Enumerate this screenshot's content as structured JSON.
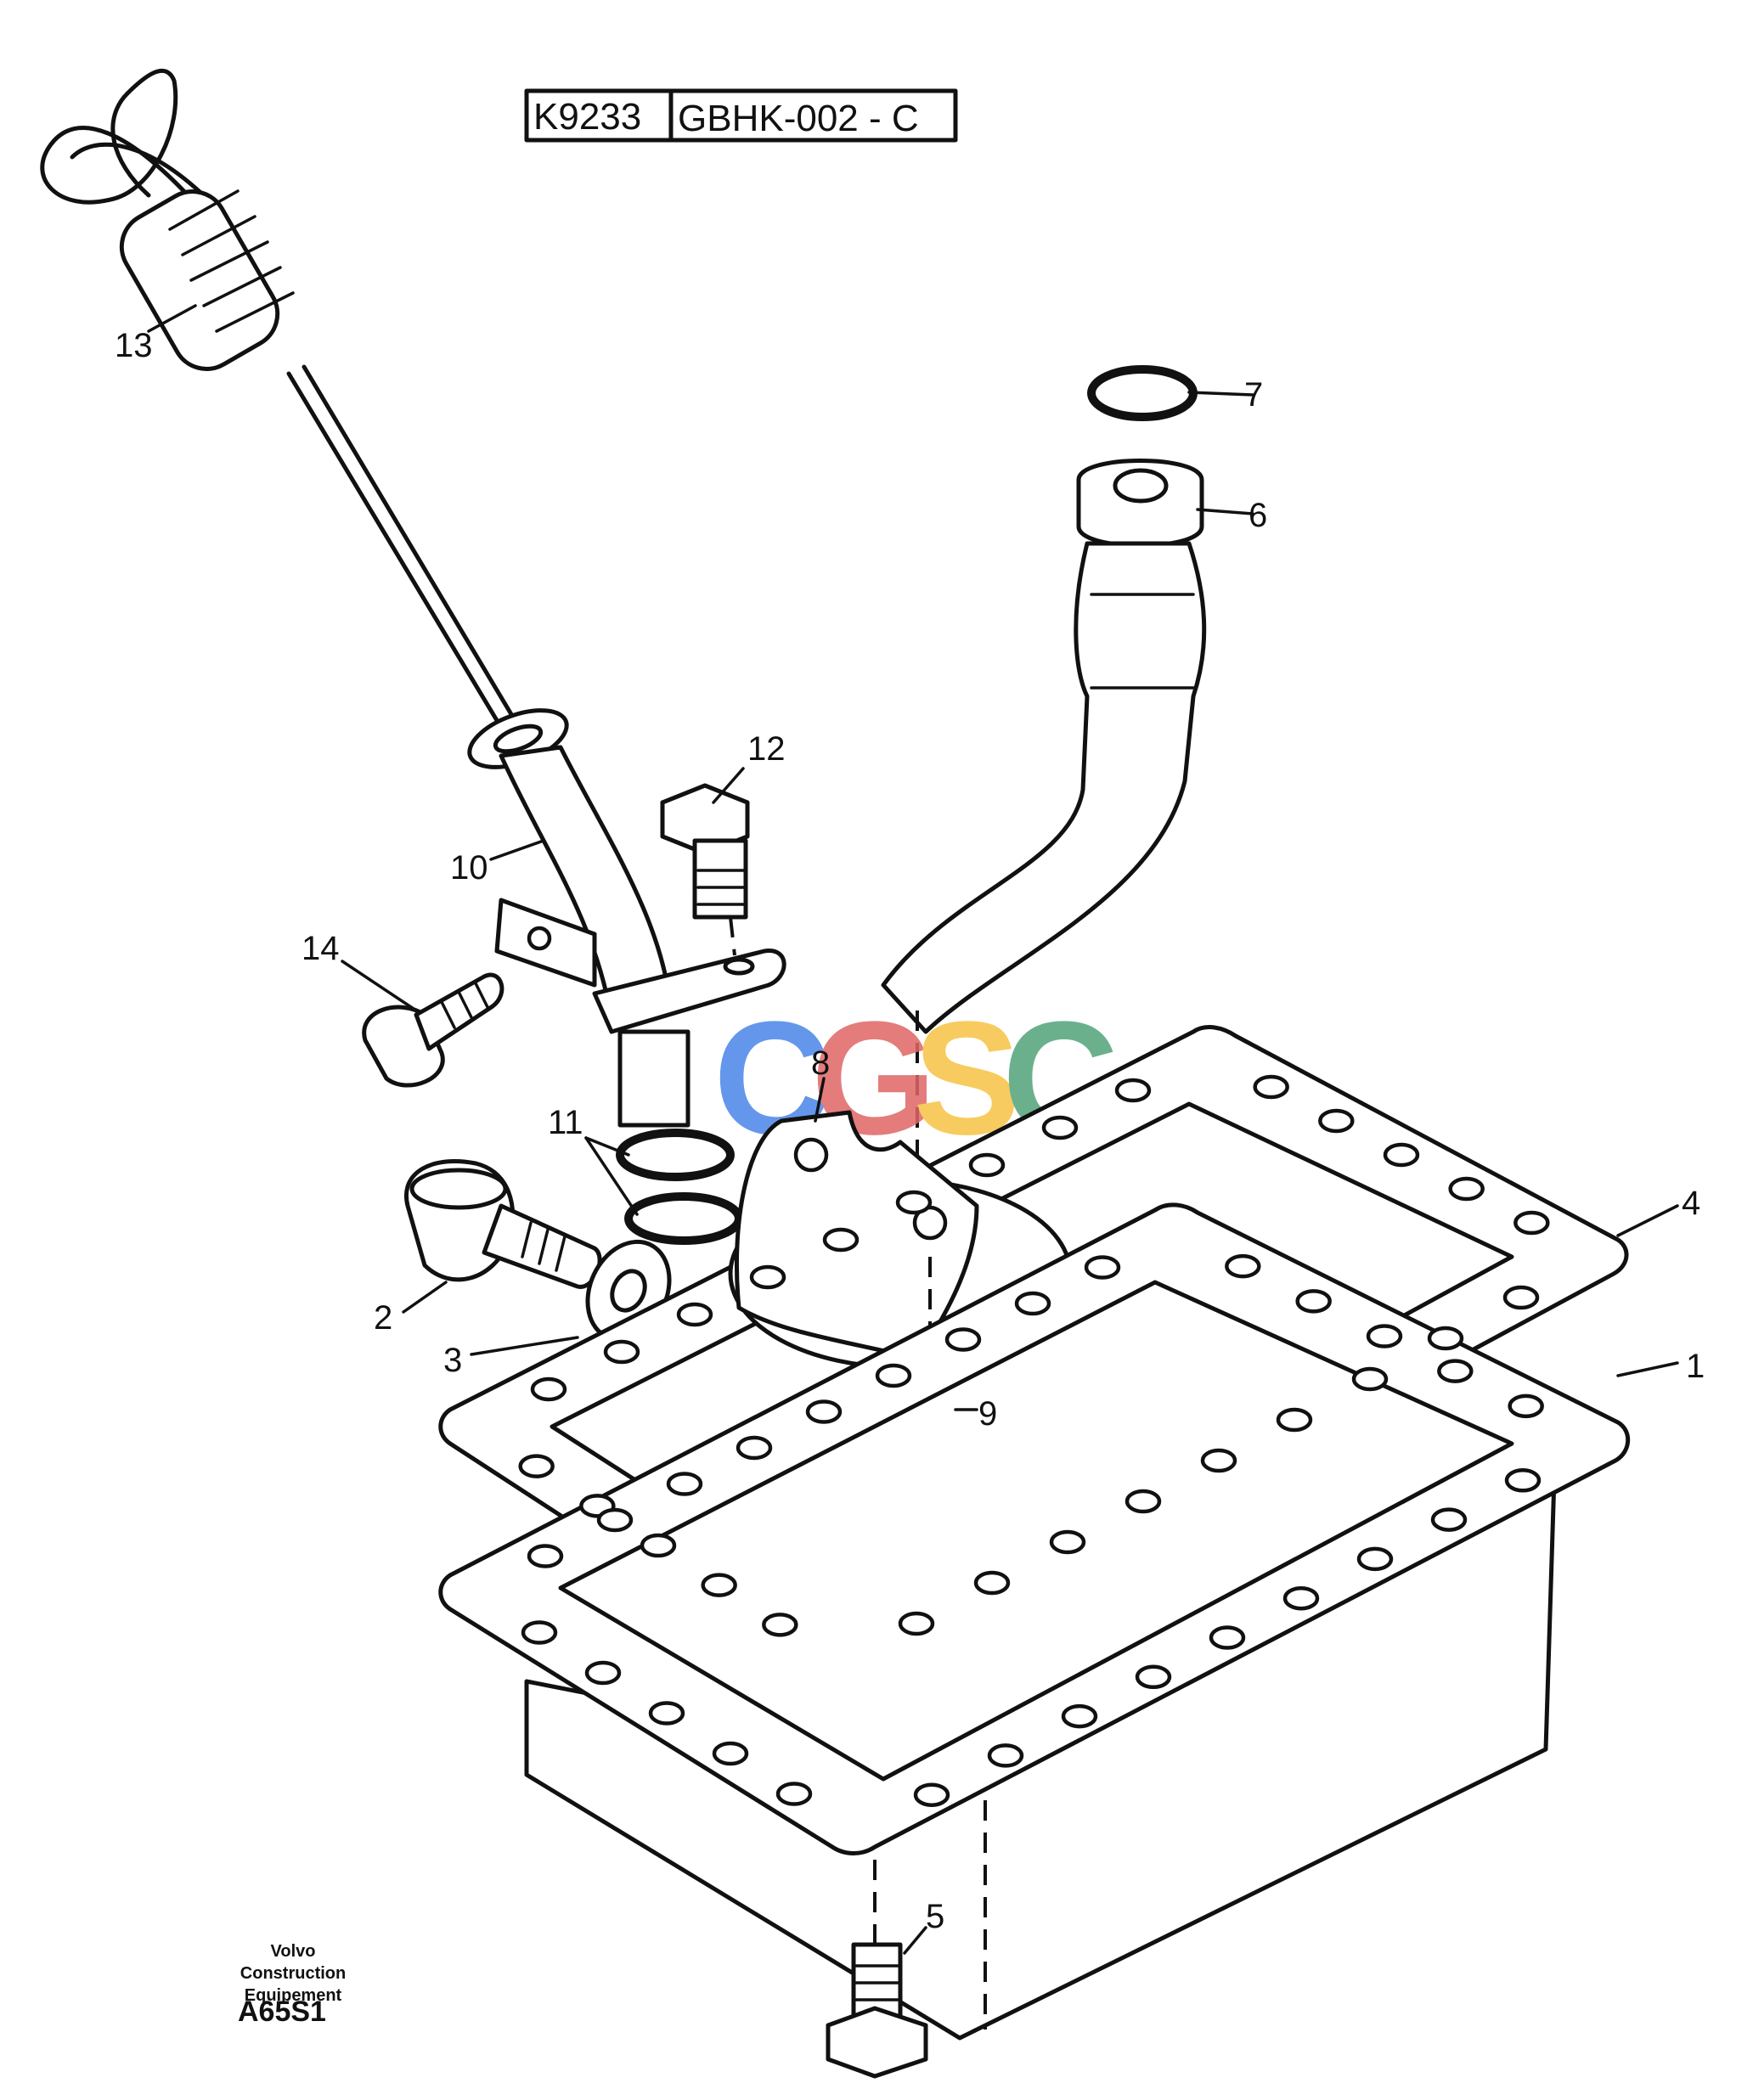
{
  "header": {
    "code_left": "K9233",
    "code_right": "GBHK-002 - C"
  },
  "watermark": {
    "text": "CGSC",
    "colors": [
      "#4a86e8",
      "#e06666",
      "#f6c344",
      "#52a37a"
    ]
  },
  "callouts": [
    {
      "id": "1",
      "label": "1",
      "part": "oil-pan"
    },
    {
      "id": "2",
      "label": "2",
      "part": "drain-plug"
    },
    {
      "id": "3",
      "label": "3",
      "part": "washer"
    },
    {
      "id": "4",
      "label": "4",
      "part": "gasket"
    },
    {
      "id": "5",
      "label": "5",
      "part": "bottom-plug"
    },
    {
      "id": "6",
      "label": "6",
      "part": "suction-pipe"
    },
    {
      "id": "7",
      "label": "7",
      "part": "o-ring-top"
    },
    {
      "id": "8",
      "label": "8",
      "part": "strainer"
    },
    {
      "id": "9",
      "label": "9",
      "part": "strainer-screw"
    },
    {
      "id": "10",
      "label": "10",
      "part": "dipstick-tube"
    },
    {
      "id": "11",
      "label": "11",
      "part": "o-rings"
    },
    {
      "id": "12",
      "label": "12",
      "part": "tube-bolt"
    },
    {
      "id": "13",
      "label": "13",
      "part": "dipstick"
    },
    {
      "id": "14",
      "label": "14",
      "part": "bolt"
    }
  ],
  "footer": {
    "line1": "Volvo Construction",
    "line2": "Equipement",
    "code": "A65S1"
  }
}
